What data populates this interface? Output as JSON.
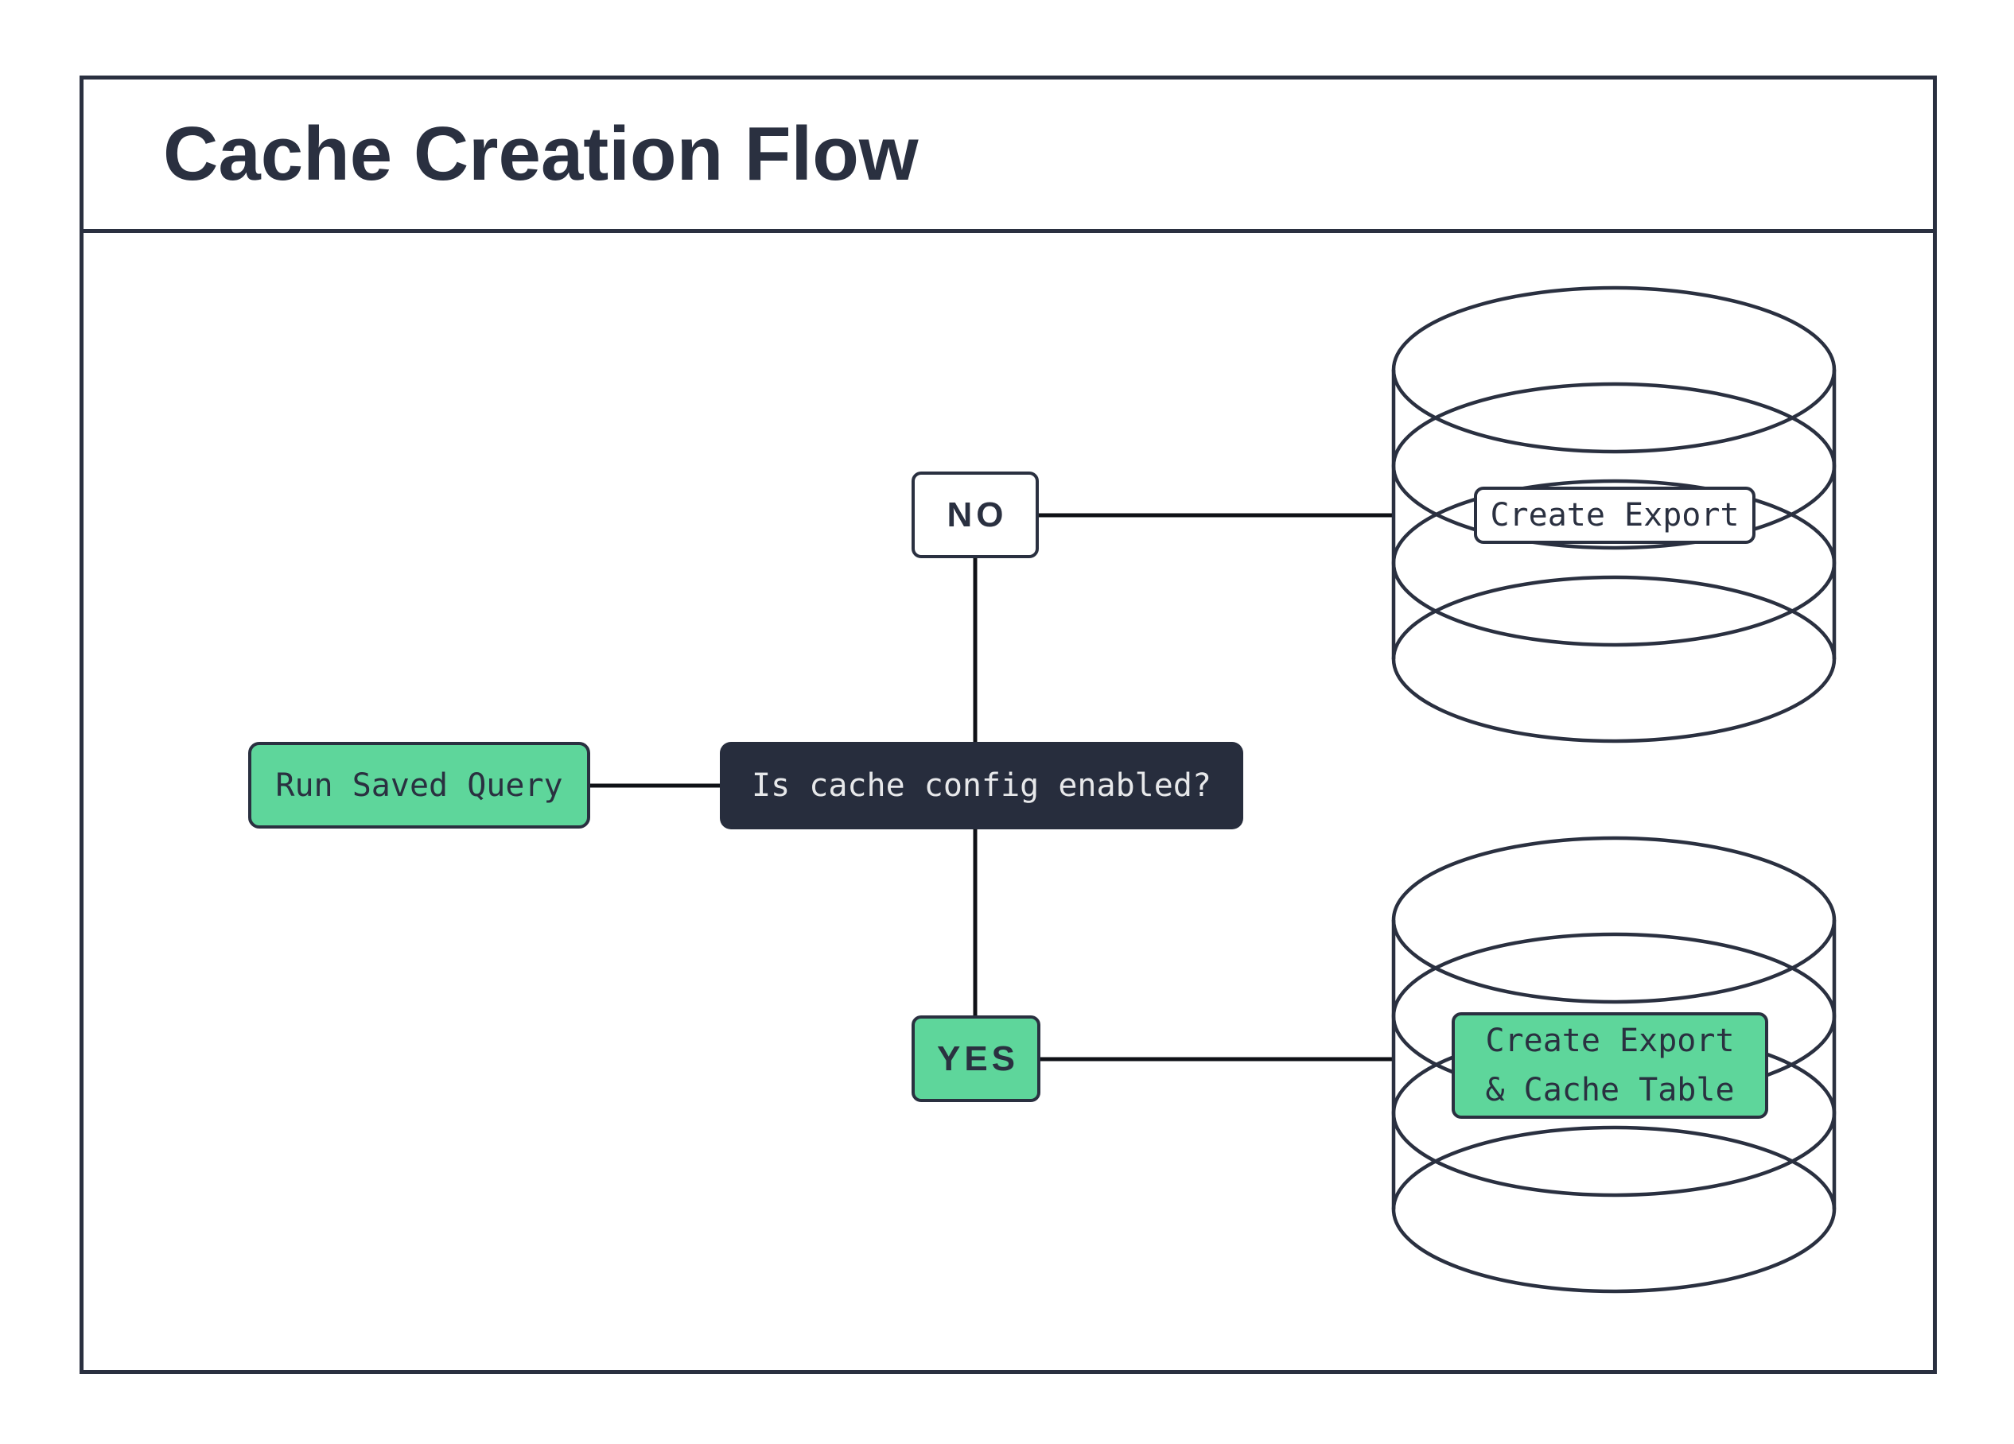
{
  "page": {
    "title": "Cache Creation Flow"
  },
  "colors": {
    "navy": "#2a3040",
    "navy-fill": "#272d3d",
    "green": "#5ed69b",
    "line": "#0f1116",
    "light": "#e7e8ea",
    "white": "#ffffff"
  },
  "flowchart": {
    "start_node": {
      "label": "Run Saved Query"
    },
    "decision_node": {
      "label": "Is cache config enabled?"
    },
    "no_branch": {
      "label": "NO"
    },
    "yes_branch": {
      "label": "YES"
    },
    "no_result_label": {
      "label": "Create Export"
    },
    "yes_result_label": {
      "line1": "Create Export",
      "line2": "& Cache Table"
    },
    "icons": [
      {
        "name": "database-cylinder-icon",
        "purpose": "export database"
      },
      {
        "name": "database-cylinder-icon",
        "purpose": "export and cache table database"
      }
    ]
  }
}
